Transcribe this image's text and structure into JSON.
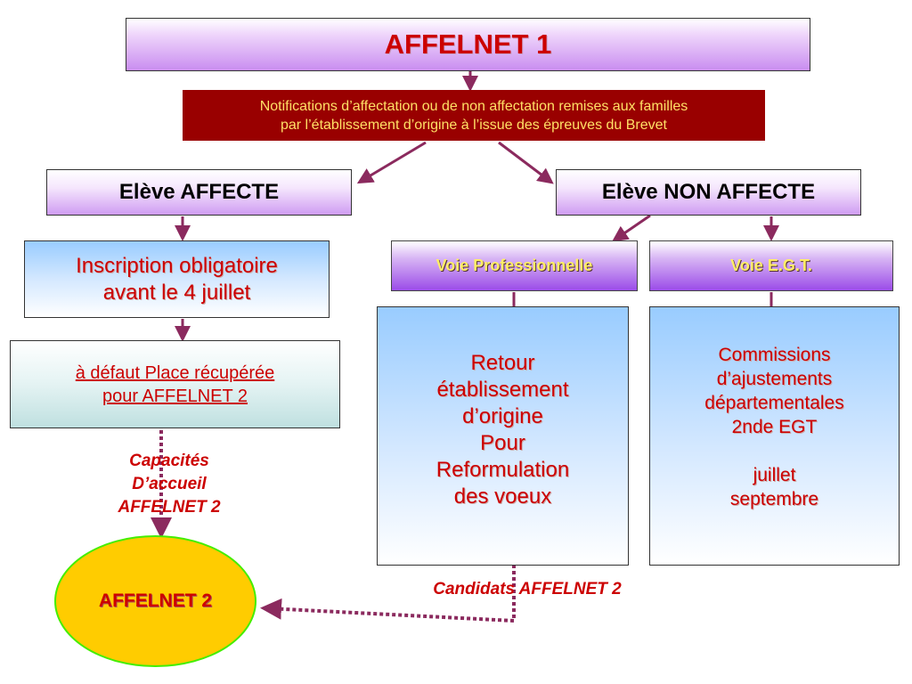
{
  "title": "AFFELNET 1",
  "notification": {
    "line1": "Notifications d’affectation ou de non affectation remises aux familles",
    "line2": "par l’établissement d’origine à l’issue des épreuves du Brevet"
  },
  "eleve_affecte": "Elève AFFECTE",
  "eleve_non_affecte": "Elève NON AFFECTE",
  "inscription": {
    "line1": "Inscription obligatoire",
    "line2": "avant le 4 juillet"
  },
  "defaut": {
    "line1": "à défaut Place récupérée",
    "line2": "pour AFFELNET 2"
  },
  "voie_pro": "Voie Professionnelle",
  "voie_egt": "Voie E.G.T.",
  "retour": {
    "lines": [
      "Retour",
      "établissement",
      "d’origine",
      "Pour",
      "Reformulation",
      "des voeux"
    ]
  },
  "commissions": {
    "lines": [
      "Commissions",
      "d’ajustements",
      "départementales",
      "2nde EGT"
    ],
    "period": [
      "juillet",
      "septembre"
    ]
  },
  "capacites": {
    "lines": [
      "Capacités",
      "D’accueil",
      "AFFELNET 2"
    ]
  },
  "candidats": "Candidats AFFELNET 2",
  "affelnet2": "AFFELNET 2",
  "colors": {
    "arrow": "#8b2a5e",
    "red_text": "#cc0000",
    "notification_bg": "#990000",
    "ellipse_fill": "#ffcc00",
    "ellipse_border": "#44ee00"
  }
}
